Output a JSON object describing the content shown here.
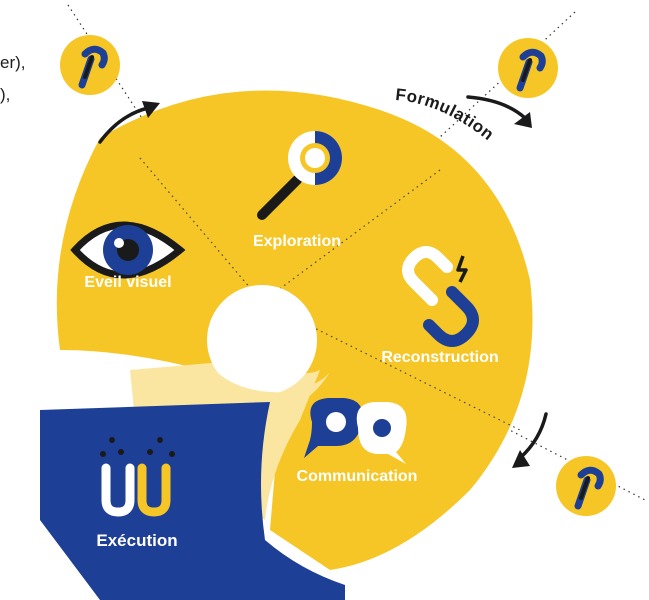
{
  "colors": {
    "yellow": "#f6c626",
    "pale_yellow": "#fbe6a1",
    "blue": "#1d3f95",
    "dark": "#1a1a1a",
    "white": "#ffffff"
  },
  "edge_text": [
    "er),",
    "),"
  ],
  "segments": {
    "eveil": "Eveil visuel",
    "exploration": "Exploration",
    "reconstruction": "Reconstruction",
    "communication": "Communication",
    "execution": "Exécution"
  },
  "curved_label": "Formulation",
  "icons": {
    "badge": "hook-badge-icon",
    "eye": "eye-icon",
    "magnifier": "magnifier-icon",
    "link": "broken-link-icon",
    "chat": "chat-bubbles-icon",
    "execution": "letters-u-icon"
  }
}
